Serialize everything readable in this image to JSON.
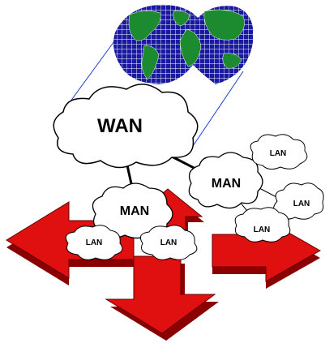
{
  "diagram": {
    "globe": {
      "icon": "world-map-icon",
      "ocean_color": "#1a1aa0",
      "land_color": "#1c8a2e"
    },
    "wan": {
      "label": "WAN"
    },
    "man_left": {
      "label": "MAN"
    },
    "man_right": {
      "label": "MAN"
    },
    "lan_left_1": {
      "label": "LAN"
    },
    "lan_left_2": {
      "label": "LAN"
    },
    "lan_right_top": {
      "label": "LAN"
    },
    "lan_right_mid": {
      "label": "LAN"
    },
    "lan_right_bottom": {
      "label": "LAN"
    },
    "arrows": {
      "color": "#e01010",
      "shadow_color": "#8a0000",
      "icon": "four-way-arrows-icon"
    },
    "link_color": "#1b3fd0"
  }
}
